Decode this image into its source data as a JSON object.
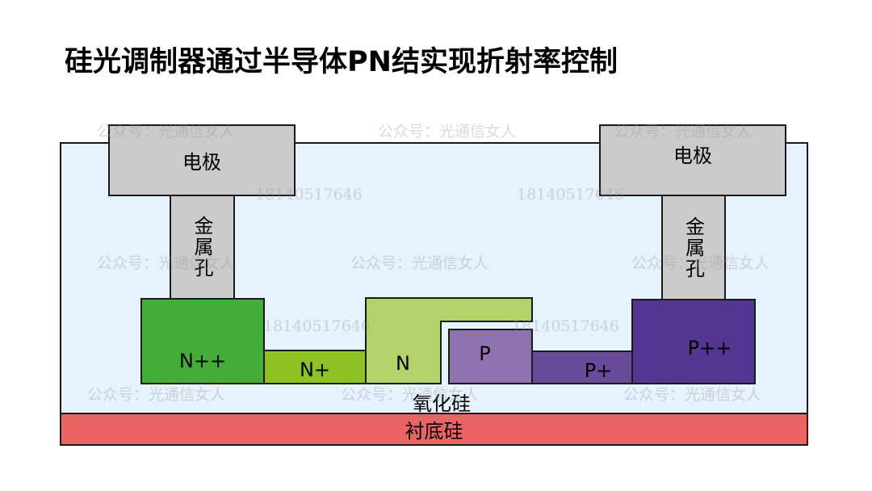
{
  "title": "硅光调制器通过半导体PN结实现折射率控制",
  "labels": {
    "electrode_left": "电极",
    "electrode_right": "电极",
    "via_left": "金属孔",
    "via_right": "金属孔",
    "n_pp": "N++",
    "n_p": "N+",
    "n": "N",
    "p": "P",
    "p_p": "P+",
    "p_pp": "P++",
    "oxide": "氧化硅",
    "substrate": "衬底硅"
  },
  "colors": {
    "oxide": "#e6f2fc",
    "substrate": "#eb6464",
    "metal": "#cbcbcb",
    "n_pp": "#43ae37",
    "n_p": "#8ec122",
    "n": "#b3d36a",
    "p": "#8e71b0",
    "p_p": "#684a9b",
    "p_pp": "#523691"
  },
  "watermarks": {
    "account": "公众号：光通信女人",
    "phone": "18140517646"
  }
}
